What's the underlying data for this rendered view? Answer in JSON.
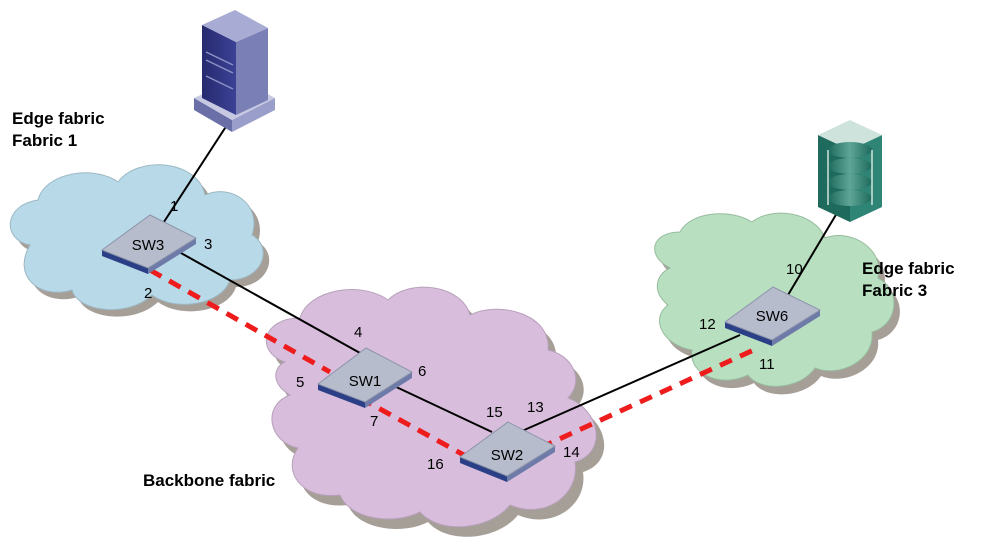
{
  "fabrics": {
    "edge1": {
      "line1": "Edge fabric",
      "line2": "Fabric 1",
      "color": "#b8d9e8"
    },
    "edge3": {
      "line1": "Edge fabric",
      "line2": "Fabric 3",
      "color": "#b8e0c0"
    },
    "backbone": {
      "line1": "Backbone fabric",
      "color": "#d8bedc"
    }
  },
  "switches": {
    "sw3": {
      "label": "SW3"
    },
    "sw1": {
      "label": "SW1"
    },
    "sw2": {
      "label": "SW2"
    },
    "sw6": {
      "label": "SW6"
    }
  },
  "ports": {
    "p1": "1",
    "p2": "2",
    "p3": "3",
    "p4": "4",
    "p5": "5",
    "p6": "6",
    "p7": "7",
    "p10": "10",
    "p11": "11",
    "p12": "12",
    "p13": "13",
    "p14": "14",
    "p15": "15",
    "p16": "16"
  },
  "devices": {
    "server": {
      "icon": "server-icon"
    },
    "storage": {
      "icon": "storage-icon"
    }
  },
  "colors": {
    "solid_link": "#000000",
    "dashed_link": "#ee1c1c",
    "switch_top": "#b6bccc",
    "switch_side": "#2b3f86",
    "cloud_shadow": "#a69f98"
  }
}
